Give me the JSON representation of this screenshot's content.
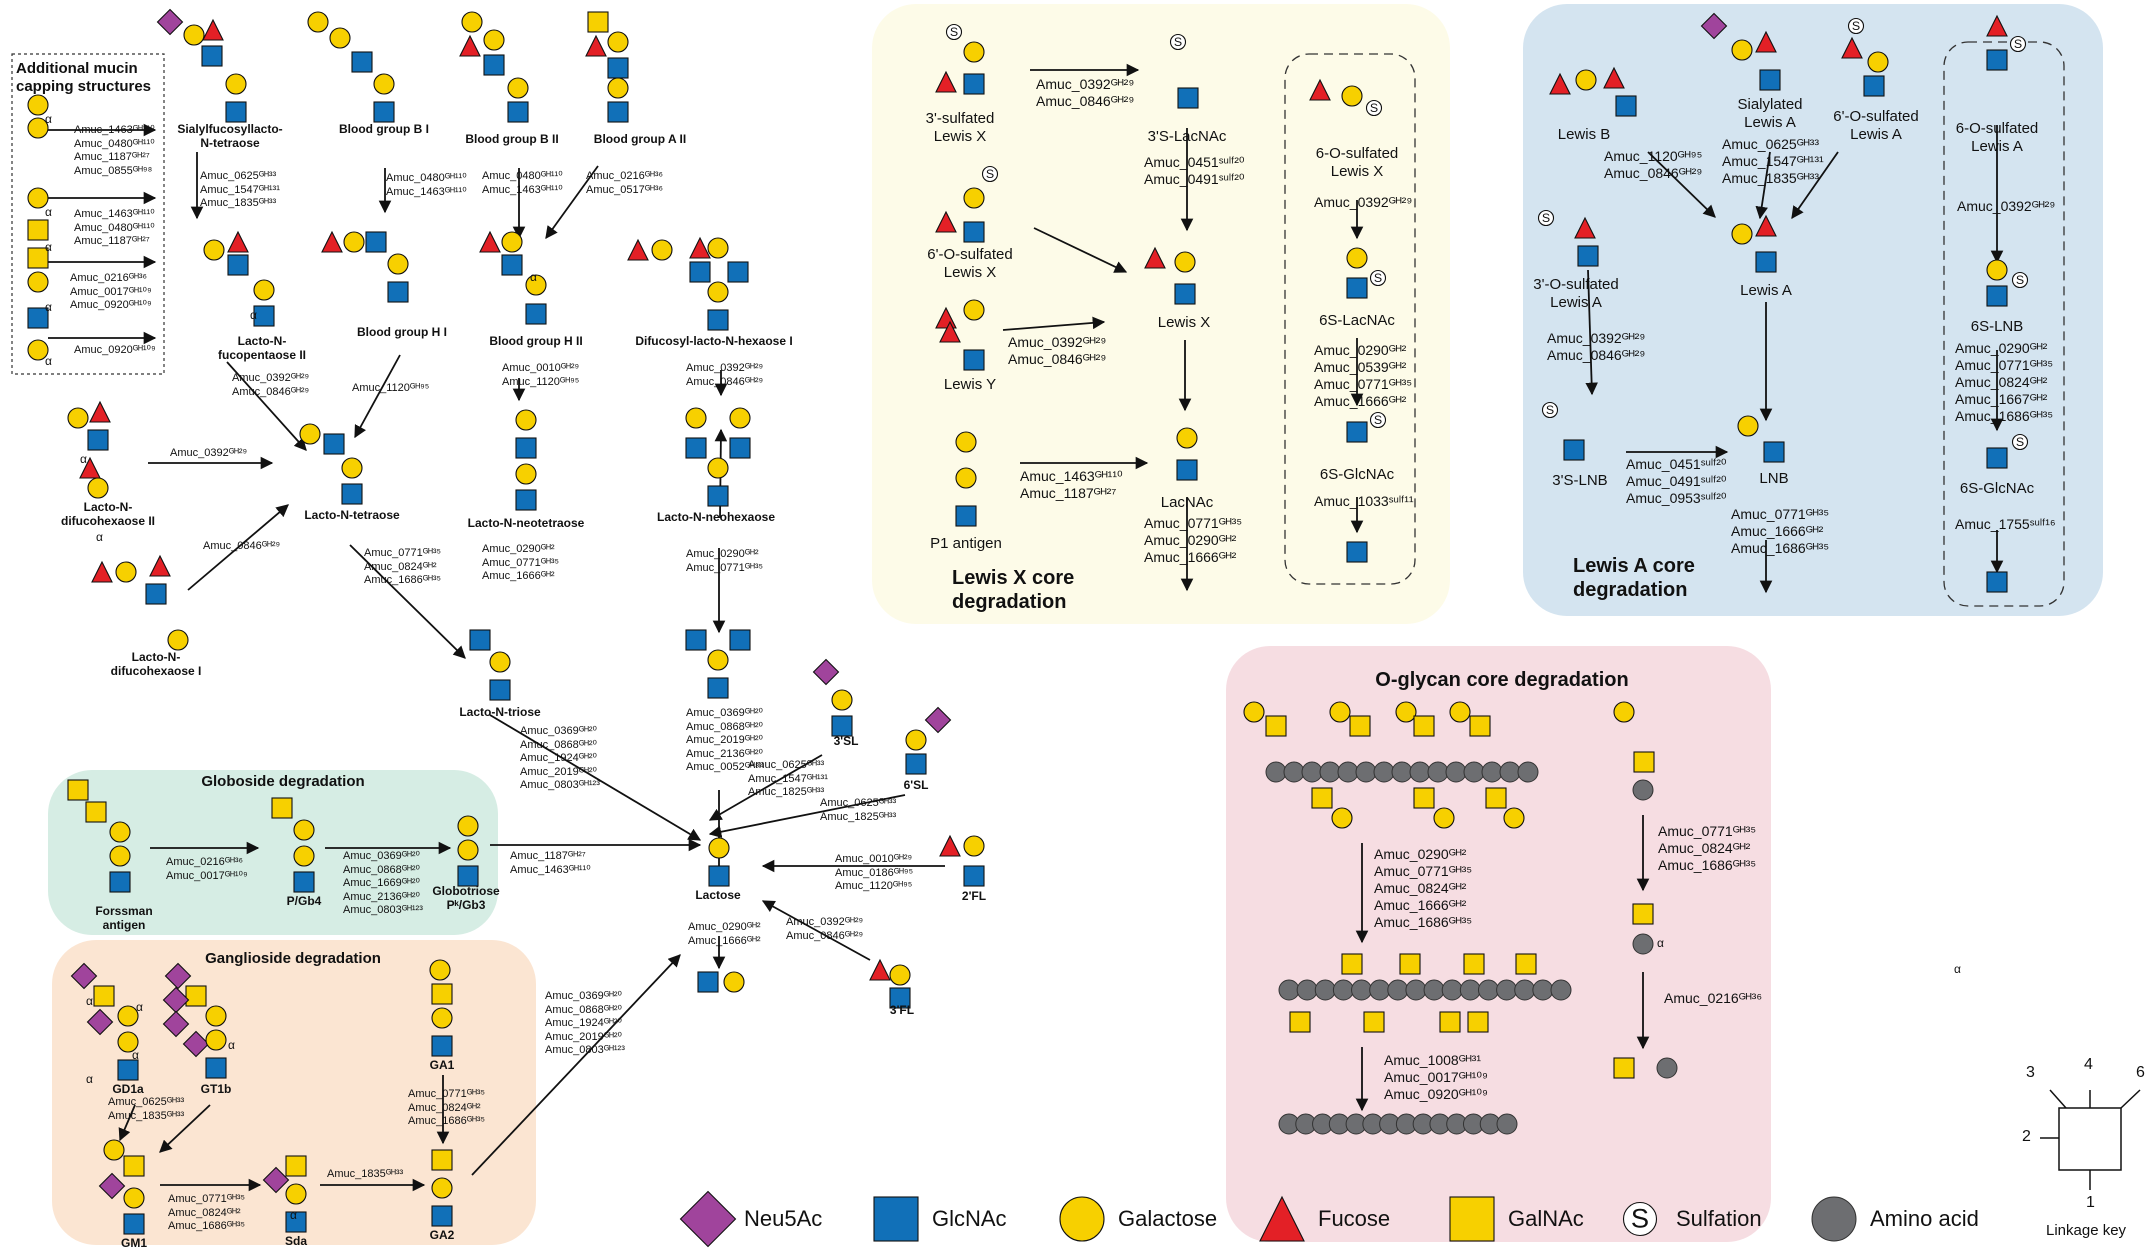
{
  "panels": {
    "mucin_box_title": "Additional mucin\ncapping structures",
    "globoside_title": "Globoside degradation",
    "ganglioside_title": "Ganglioside degradation",
    "lewisx_title": "Lewis X core\ndegradation",
    "lewisa_title": "Lewis A core\ndegradation",
    "oglycan_title": "O-glycan core degradation"
  },
  "colors": {
    "neu5ac": "#a0449c",
    "glcnac": "#1170b8",
    "galactose": "#f7d000",
    "fucose": "#e32026",
    "galnac": "#f7d000",
    "amino_acid": "#6d6e71",
    "globoside_bg": "#d6ede4",
    "ganglioside_bg": "#fbe5d2",
    "lewisx_bg": "#fdfbe8",
    "lewisa_bg": "#d4e4f0",
    "oglycan_bg": "#f6dde2"
  },
  "labels": {
    "slfp": "Sialylfucosyllacto-\nN-tetraose",
    "bgBI": "Blood group B I",
    "bgBII": "Blood group B II",
    "bgAII": "Blood group A II",
    "lnfp2": "Lacto-N-\nfucopentaose II",
    "bgHI": "Blood group H I",
    "bgHII": "Blood group H II",
    "dflnh": "Difucosyl-lacto-N-hexaose I",
    "lndfh2": "Lacto-N-\ndifucohexaose II",
    "lnt": "Lacto-N-tetraose",
    "lnnt": "Lacto-N-neotetraose",
    "lnnh": "Lacto-N-neohexaose",
    "lndfh1": "Lacto-N-\ndifucohexaose I",
    "lntri": "Lacto-N-triose",
    "sl3": "3'SL",
    "sl6": "6'SL",
    "fl2": "2'FL",
    "fl3": "3'FL",
    "lactose": "Lactose",
    "forss": "Forssman\nantigen",
    "pgb4": "P/Gb4",
    "globo": "Globotriose\nPᵏ/Gb3",
    "gd1a": "GD1a",
    "gt1b": "GT1b",
    "gm1": "GM1",
    "sda": "Sda",
    "ga1": "GA1",
    "ga2": "GA2",
    "slx3": "3'-sulfated\nLewis X",
    "slnac3": "3'S-LacNAc",
    "slx6": "6'-O-sulfated\nLewis X",
    "lex": "Lewis X",
    "ley": "Lewis Y",
    "p1": "P1 antigen",
    "lacnac": "LacNAc",
    "slx6o": "6-O-sulfated\nLewis X",
    "slacnac6": "6S-LacNAc",
    "sglcnac6": "6S-GlcNAc",
    "leb": "Lewis B",
    "slea": "Sialylated\nLewis A",
    "slea6": "6'-O-sulfated\nLewis A",
    "slea6o": "6-O-sulfated\nLewis A",
    "slea3": "3'-O-sulfated\nLewis A",
    "lea": "Lewis A",
    "slnb3": "3'S-LNB",
    "lnb": "LNB",
    "slnb6": "6S-LNB",
    "sglcnac6b": "6S-GlcNAc",
    "alpha": "α"
  },
  "enzymes": {
    "mucin_a": [
      "Amuc_1463ᴳᴴ¹¹⁰",
      "Amuc_0480ᴳᴴ¹¹⁰",
      "Amuc_1187ᴳᴴ²⁷",
      "Amuc_0855ᴳᴴ⁹⁸"
    ],
    "mucin_b": [
      "Amuc_1463ᴳᴴ¹¹⁰",
      "Amuc_0480ᴳᴴ¹¹⁰",
      "Amuc_1187ᴳᴴ²⁷"
    ],
    "mucin_c": [
      "Amuc_0216ᴳᴴ³⁶",
      "Amuc_0017ᴳᴴ¹⁰⁹",
      "Amuc_0920ᴳᴴ¹⁰⁹"
    ],
    "mucin_d": [
      "Amuc_0920ᴳᴴ¹⁰⁹"
    ],
    "slfp": [
      "Amuc_0625ᴳᴴ³³",
      "Amuc_1547ᴳᴴ¹³¹",
      "Amuc_1835ᴳᴴ³³"
    ],
    "bgBI": [
      "Amuc_0480ᴳᴴ¹¹⁰",
      "Amuc_1463ᴳᴴ¹¹⁰"
    ],
    "bgBII": [
      "Amuc_0480ᴳᴴ¹¹⁰",
      "Amuc_1463ᴳᴴ¹¹⁰"
    ],
    "bgAII": [
      "Amuc_0216ᴳᴴ³⁶",
      "Amuc_0517ᴳᴴ³⁶"
    ],
    "lnfp2": [
      "Amuc_0392ᴳᴴ²⁹",
      "Amuc_0846ᴳᴴ²⁹"
    ],
    "bgHI": [
      "Amuc_1120ᴳᴴ⁹⁵"
    ],
    "bgHII": [
      "Amuc_0010ᴳᴴ²⁹",
      "Amuc_1120ᴳᴴ⁹⁵"
    ],
    "dflnh": [
      "Amuc_0392ᴳᴴ²⁹",
      "Amuc_0846ᴳᴴ²⁹"
    ],
    "lndfh2": [
      "Amuc_0392ᴳᴴ²⁹"
    ],
    "lndfh1": [
      "Amuc_0846ᴳᴴ²⁹"
    ],
    "lnt": [
      "Amuc_0771ᴳᴴ³⁵",
      "Amuc_0824ᴳᴴ²",
      "Amuc_1686ᴳᴴ³⁵"
    ],
    "lnnt": [
      "Amuc_0290ᴳᴴ²",
      "Amuc_0771ᴳᴴ³⁵",
      "Amuc_1666ᴳᴴ²"
    ],
    "lnnh": [
      "Amuc_0290ᴳᴴ²",
      "Amuc_0771ᴳᴴ³⁵"
    ],
    "lntri": [
      "Amuc_0369ᴳᴴ²⁰",
      "Amuc_0868ᴳᴴ²⁰",
      "Amuc_1924ᴳᴴ²⁰",
      "Amuc_2019ᴳᴴ²⁰",
      "Amuc_0803ᴳᴴ¹²³"
    ],
    "center": [
      "Amuc_0369ᴳᴴ²⁰",
      "Amuc_0868ᴳᴴ²⁰",
      "Amuc_2019ᴳᴴ²⁰",
      "Amuc_2136ᴳᴴ²⁰",
      "Amuc_0052ᴳᴴ⁸⁴"
    ],
    "sl3": [
      "Amuc_0625ᴳᴴ³³",
      "Amuc_1547ᴳᴴ¹³¹",
      "Amuc_1825ᴳᴴ³³"
    ],
    "sl6": [
      "Amuc_0625ᴳᴴ³³",
      "Amuc_1825ᴳᴴ³³"
    ],
    "fl2": [
      "Amuc_0010ᴳᴴ²⁹",
      "Amuc_0186ᴳᴴ⁹⁵",
      "Amuc_1120ᴳᴴ⁹⁵"
    ],
    "fl3": [
      "Amuc_0392ᴳᴴ²⁹",
      "Amuc_0846ᴳᴴ²⁹"
    ],
    "lactose": [
      "Amuc_0290ᴳᴴ²",
      "Amuc_1666ᴳᴴ²"
    ],
    "globo_to_lac": [
      "Amuc_1187ᴳᴴ²⁷",
      "Amuc_1463ᴳᴴ¹¹⁰"
    ],
    "ga2_to_lac": [
      "Amuc_0369ᴳᴴ²⁰",
      "Amuc_0868ᴳᴴ²⁰",
      "Amuc_1924ᴳᴴ²⁰",
      "Amuc_2019ᴳᴴ²⁰",
      "Amuc_0803ᴳᴴ¹²³"
    ],
    "forss": [
      "Amuc_0216ᴳᴴ³⁶",
      "Amuc_0017ᴳᴴ¹⁰⁹"
    ],
    "pgb4": [
      "Amuc_0369ᴳᴴ²⁰",
      "Amuc_0868ᴳᴴ²⁰",
      "Amuc_1669ᴳᴴ²⁰",
      "Amuc_2136ᴳᴴ²⁰",
      "Amuc_0803ᴳᴴ¹²³"
    ],
    "gd_to_gm1": [
      "Amuc_0625ᴳᴴ³³",
      "Amuc_1835ᴳᴴ³³"
    ],
    "gm1": [
      "Amuc_0771ᴳᴴ³⁵",
      "Amuc_0824ᴳᴴ²",
      "Amuc_1686ᴳᴴ³⁵"
    ],
    "sda": [
      "Amuc_1835ᴳᴴ³³"
    ],
    "ga1": [
      "Amuc_0771ᴳᴴ³⁵",
      "Amuc_0824ᴳᴴ²",
      "Amuc_1686ᴳᴴ³⁵"
    ],
    "slx3": [
      "Amuc_0392ᴳᴴ²⁹",
      "Amuc_0846ᴳᴴ²⁹"
    ],
    "slnac3": [
      "Amuc_0451ˢᵘˡᶠ²⁰",
      "Amuc_0491ˢᵘˡᶠ²⁰"
    ],
    "ley": [
      "Amuc_0392ᴳᴴ²⁹",
      "Amuc_0846ᴳᴴ²⁹"
    ],
    "p1": [
      "Amuc_1463ᴳᴴ¹¹⁰",
      "Amuc_1187ᴳᴴ²⁷"
    ],
    "lacnac": [
      "Amuc_0771ᴳᴴ³⁵",
      "Amuc_0290ᴳᴴ²",
      "Amuc_1666ᴳᴴ²"
    ],
    "slx6o": [
      "Amuc_0392ᴳᴴ²⁹"
    ],
    "slacnac6": [
      "Amuc_0290ᴳᴴ²",
      "Amuc_0539ᴳᴴ²",
      "Amuc_0771ᴳᴴ³⁵",
      "Amuc_1666ᴳᴴ²"
    ],
    "sglcnac6": [
      "Amuc_1033ˢᵘˡᶠ¹¹"
    ],
    "leb": [
      "Amuc_1120ᴳᴴ⁹⁵",
      "Amuc_0846ᴳᴴ²⁹"
    ],
    "slea": [
      "Amuc_0625ᴳᴴ³³",
      "Amuc_1547ᴳᴴ¹³¹",
      "Amuc_1835ᴳᴴ³³"
    ],
    "slea3": [
      "Amuc_0392ᴳᴴ²⁹",
      "Amuc_0846ᴳᴴ²⁹"
    ],
    "slnb3": [
      "Amuc_0451ˢᵘˡᶠ²⁰",
      "Amuc_0491ˢᵘˡᶠ²⁰",
      "Amuc_0953ˢᵘˡᶠ²⁰"
    ],
    "lnb": [
      "Amuc_0771ᴳᴴ³⁵",
      "Amuc_1666ᴳᴴ²",
      "Amuc_1686ᴳᴴ³⁵"
    ],
    "slea6o": [
      "Amuc_0392ᴳᴴ²⁹"
    ],
    "slnb6": [
      "Amuc_0290ᴳᴴ²",
      "Amuc_0771ᴳᴴ³⁵",
      "Amuc_0824ᴳᴴ²",
      "Amuc_1667ᴳᴴ²",
      "Amuc_1686ᴳᴴ³⁵"
    ],
    "sglcnac6b": [
      "Amuc_1755ˢᵘˡᶠ¹⁶"
    ],
    "og1": [
      "Amuc_0290ᴳᴴ²",
      "Amuc_0771ᴳᴴ³⁵",
      "Amuc_0824ᴳᴴ²",
      "Amuc_1666ᴳᴴ²",
      "Amuc_1686ᴳᴴ³⁵"
    ],
    "og2": [
      "Amuc_1008ᴳᴴ³¹",
      "Amuc_0017ᴳᴴ¹⁰⁹",
      "Amuc_0920ᴳᴴ¹⁰⁹"
    ],
    "og3": [
      "Amuc_0771ᴳᴴ³⁵",
      "Amuc_0824ᴳᴴ²",
      "Amuc_1686ᴳᴴ³⁵"
    ],
    "og4": [
      "Amuc_0216ᴳᴴ³⁶"
    ]
  },
  "legend": {
    "items": [
      {
        "name": "Neu5Ac",
        "icon": "neu5ac-diamond-icon"
      },
      {
        "name": "GlcNAc",
        "icon": "glcnac-square-icon"
      },
      {
        "name": "Galactose",
        "icon": "galactose-circle-icon"
      },
      {
        "name": "Fucose",
        "icon": "fucose-triangle-icon"
      },
      {
        "name": "GalNAc",
        "icon": "galnac-square-icon"
      },
      {
        "name": "Sulfation",
        "icon": "sulfation-s-icon"
      },
      {
        "name": "Amino acid",
        "icon": "amino-acid-circle-icon"
      }
    ],
    "sulfation_symbol": "S",
    "linkage_title": "Linkage key",
    "linkage_positions": [
      "1",
      "2",
      "3",
      "4",
      "6"
    ]
  }
}
